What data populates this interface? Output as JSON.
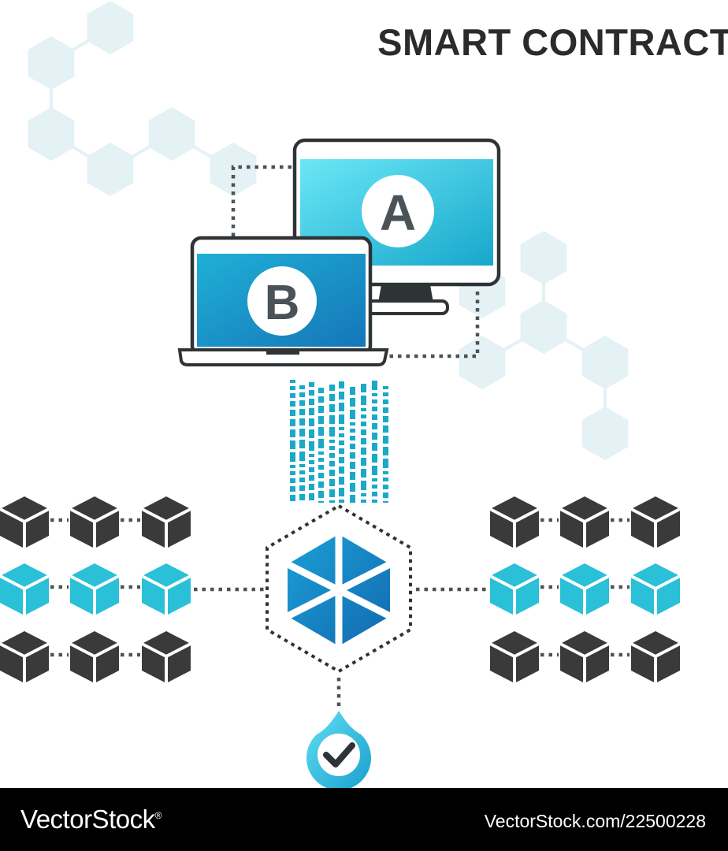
{
  "title": "SMART CONTRACT",
  "computer_a_letter": "A",
  "computer_b_letter": "B",
  "footer": {
    "brand": "VectorStock",
    "brand_mark": "®",
    "reference": "VectorStock.com/22500228"
  },
  "colors": {
    "hex_background": "#e4f1f5",
    "screen_light": "#5de3f4",
    "screen_dark": "#1aa9c9",
    "cube_dark": "#3a3a3a",
    "cube_blue": "#29c0d8",
    "core_blue": "#1488c9",
    "outline": "#2e3336"
  },
  "icons": [
    "desktop-computer-icon",
    "laptop-computer-icon",
    "block-cube-icon",
    "blockchain-core-icon",
    "checkmark-icon"
  ]
}
